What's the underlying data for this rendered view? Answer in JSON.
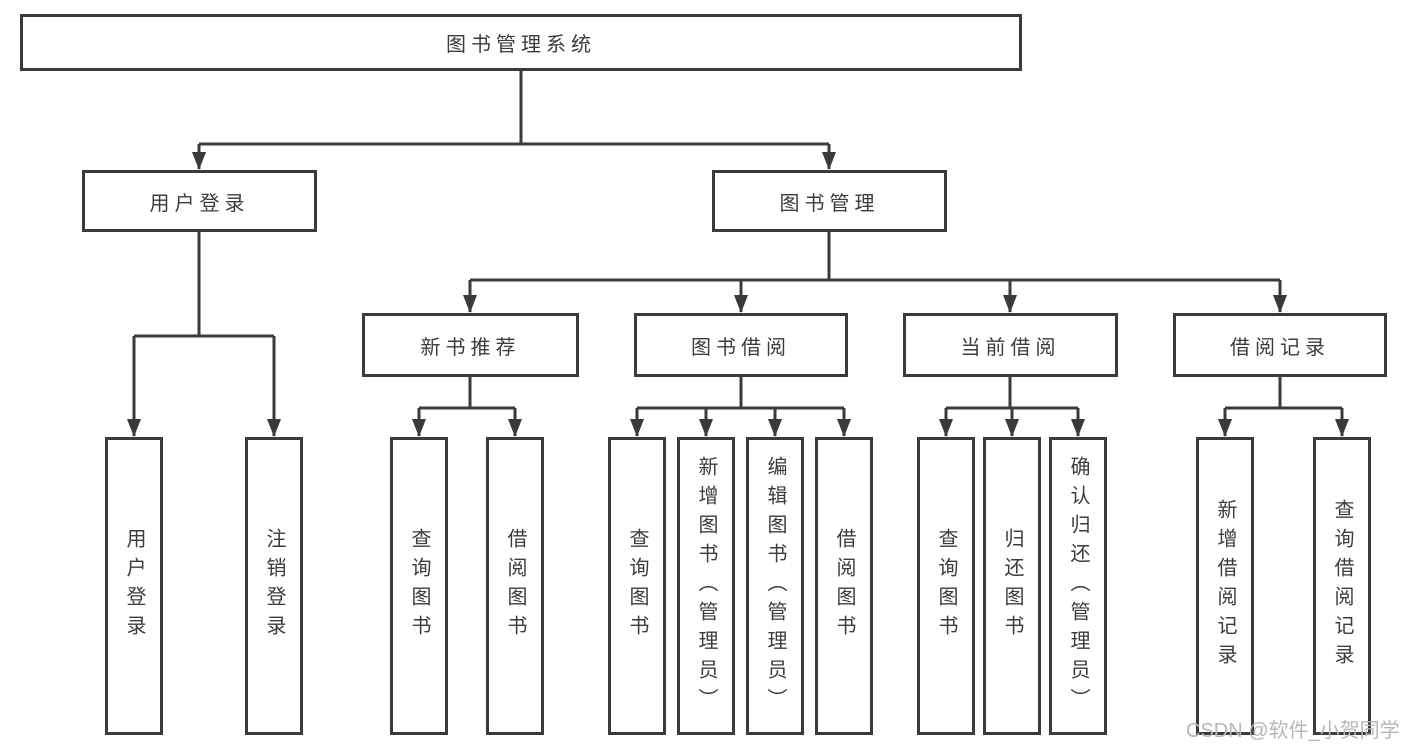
{
  "diagram_title": "图书管理系统",
  "watermark": "CSDN @软件_小贺同学",
  "colors": {
    "line": "#3a3a3a",
    "text": "#3c3c3c",
    "background": "#ffffff",
    "watermark": "#b7b7b7"
  },
  "tree": {
    "root": {
      "label": "图书管理系统"
    },
    "branches": [
      {
        "label": "用户登录",
        "children": [
          {
            "label": "用户登录"
          },
          {
            "label": "注销登录"
          }
        ]
      },
      {
        "label": "图书管理",
        "children": [
          {
            "label": "新书推荐",
            "children": [
              {
                "label": "查询图书"
              },
              {
                "label": "借阅图书"
              }
            ]
          },
          {
            "label": "图书借阅",
            "children": [
              {
                "label": "查询图书"
              },
              {
                "label": "新增图书（管理员）"
              },
              {
                "label": "编辑图书（管理员）"
              },
              {
                "label": "借阅图书"
              }
            ]
          },
          {
            "label": "当前借阅",
            "children": [
              {
                "label": "查询图书"
              },
              {
                "label": "归还图书"
              },
              {
                "label": "确认归还（管理员）"
              }
            ]
          },
          {
            "label": "借阅记录",
            "children": [
              {
                "label": "新增借阅记录"
              },
              {
                "label": "查询借阅记录"
              }
            ]
          }
        ]
      }
    ]
  }
}
